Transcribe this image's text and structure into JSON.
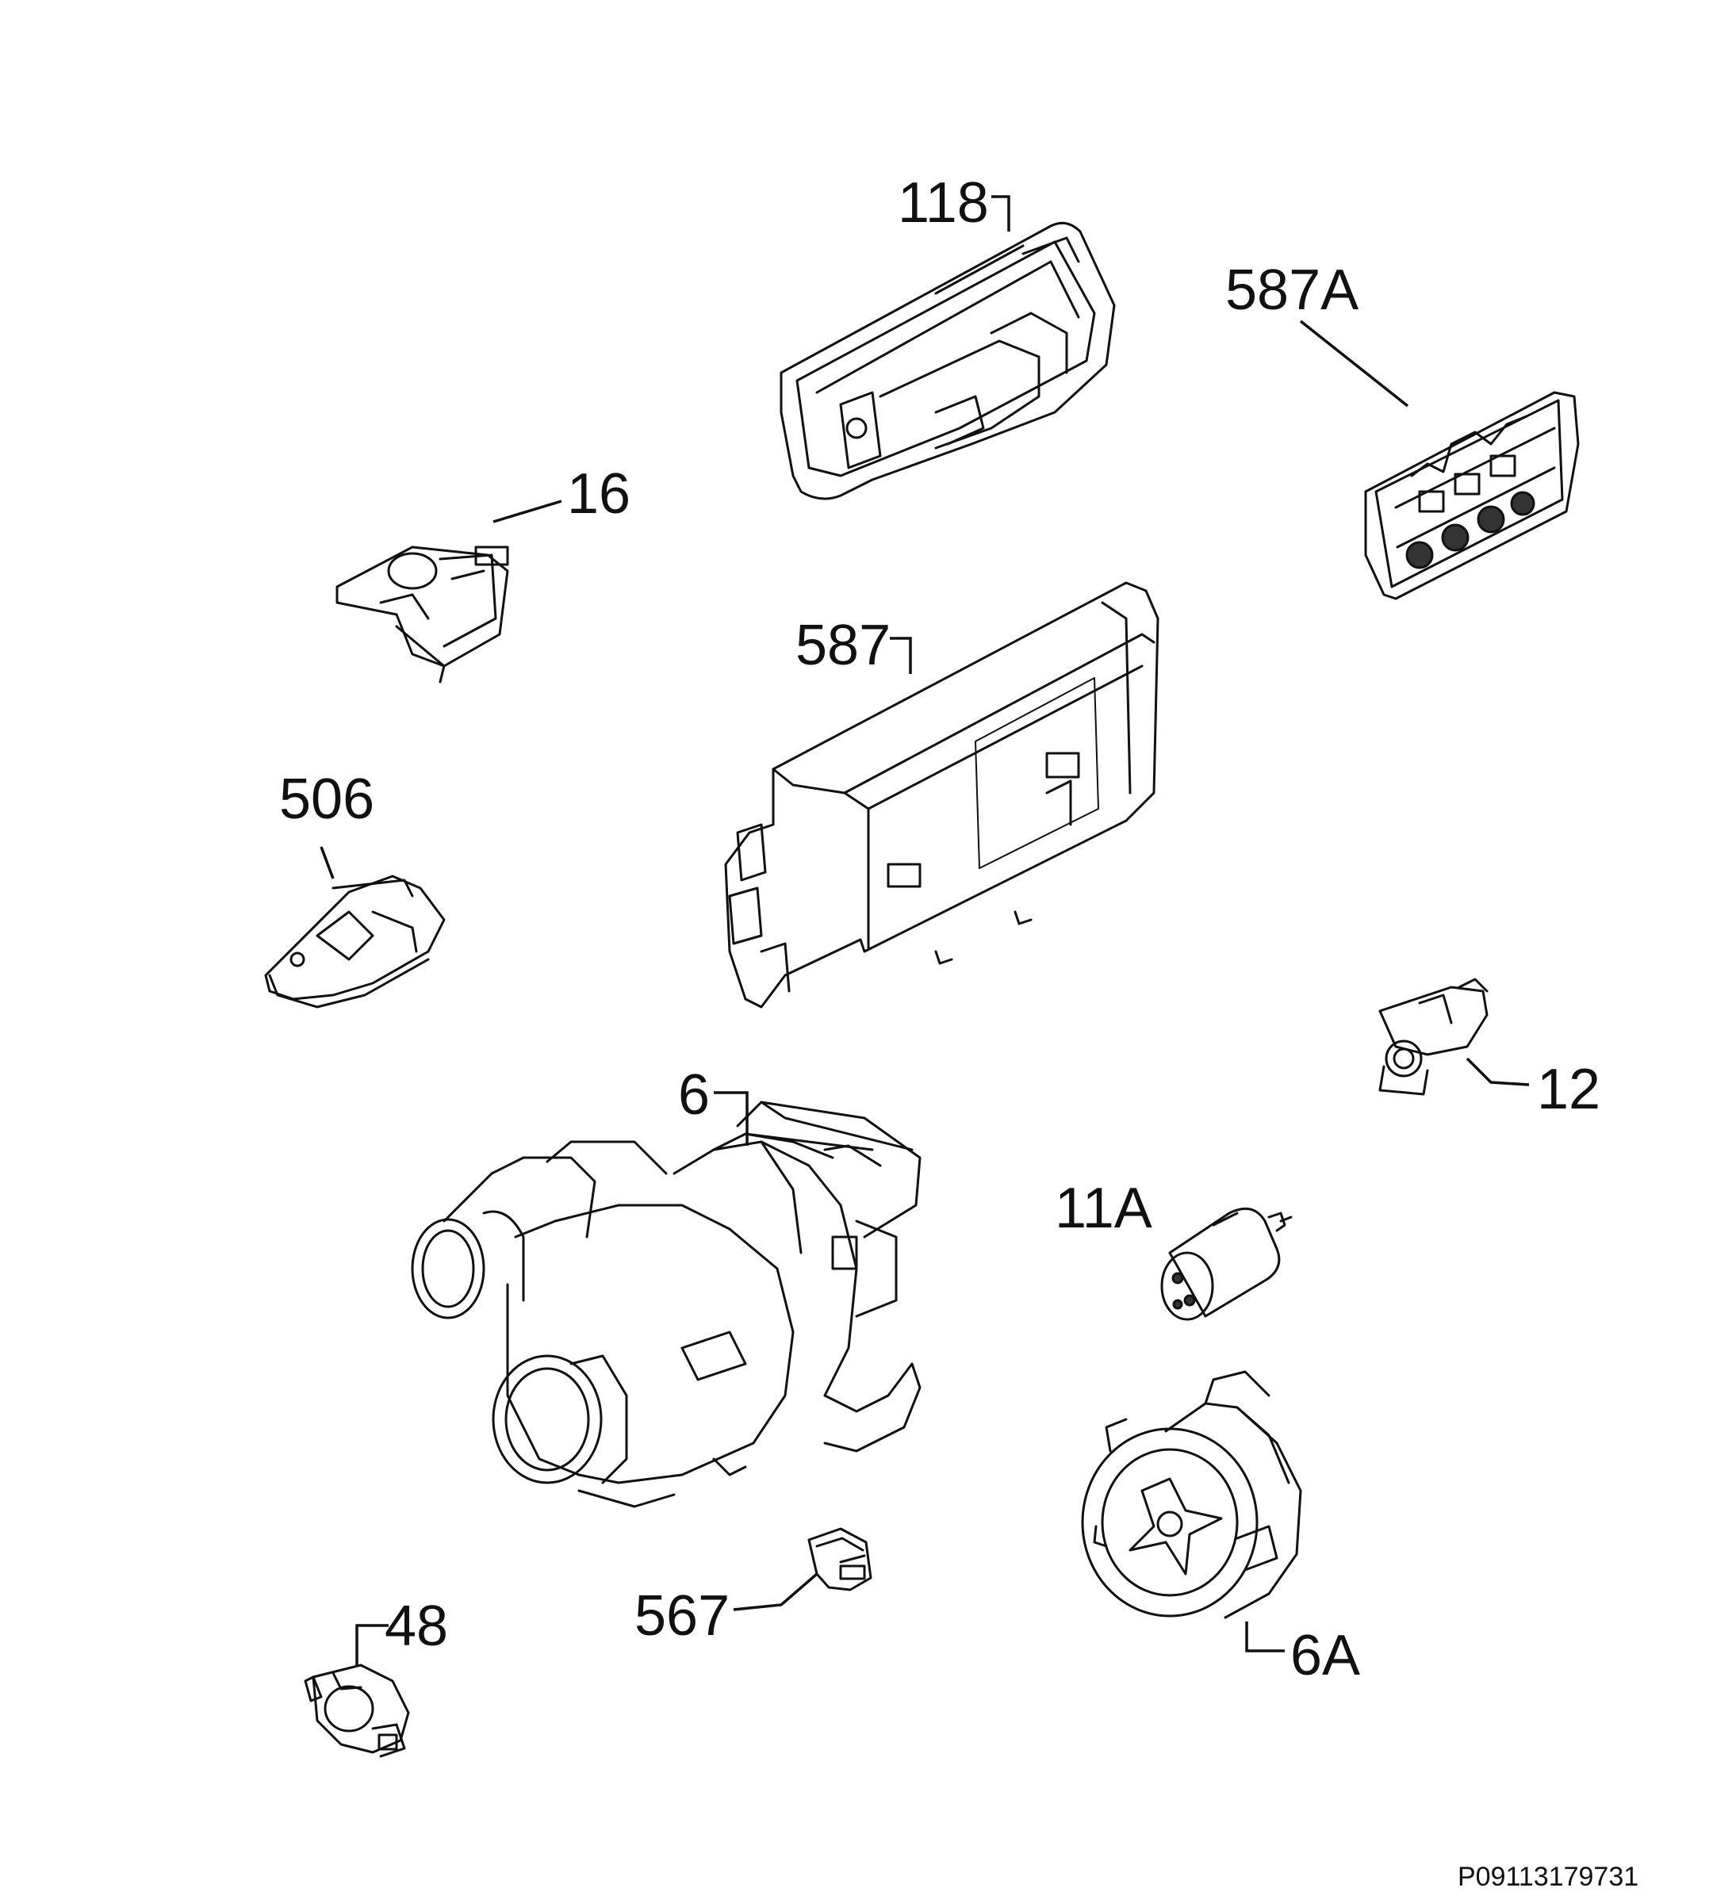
{
  "diagram": {
    "reference_code": "P09113179731",
    "callouts": [
      {
        "id": "118",
        "text": "118"
      },
      {
        "id": "587A",
        "text": "587A"
      },
      {
        "id": "16",
        "text": "16"
      },
      {
        "id": "587",
        "text": "587"
      },
      {
        "id": "506",
        "text": "506"
      },
      {
        "id": "12",
        "text": "12"
      },
      {
        "id": "6",
        "text": "6"
      },
      {
        "id": "11A",
        "text": "11A"
      },
      {
        "id": "567",
        "text": "567"
      },
      {
        "id": "48",
        "text": "48"
      },
      {
        "id": "6A",
        "text": "6A"
      }
    ]
  }
}
